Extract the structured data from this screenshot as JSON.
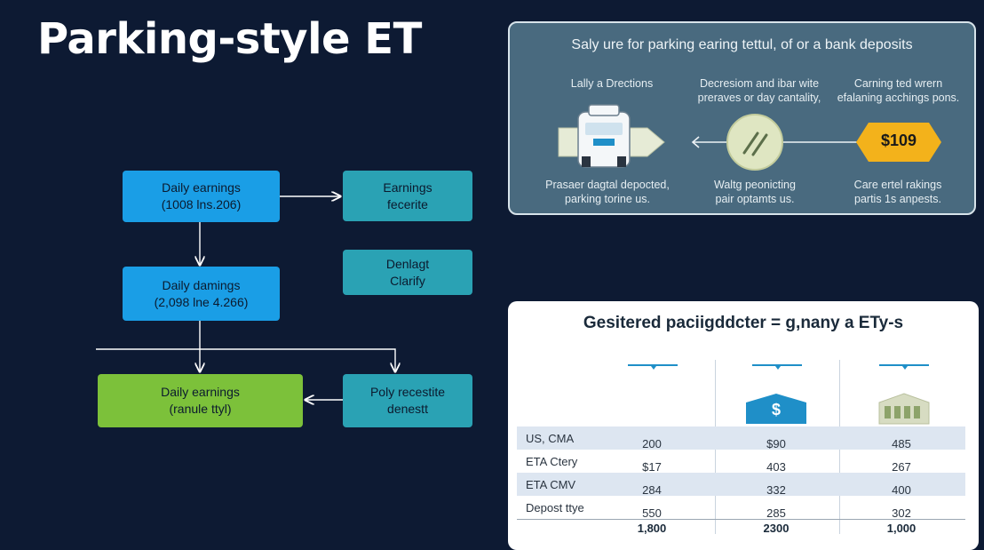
{
  "title": "Parking-style ET",
  "flow": {
    "box1": {
      "line1": "Daily earnings",
      "line2": "(1008 lns.206)"
    },
    "box2": {
      "line1": "Earnings",
      "line2": "fecerite"
    },
    "box3": {
      "line1": "Daily damings",
      "line2": "(2,098 lne 4.266)"
    },
    "box4": {
      "line1": "Denlagt",
      "line2": "Clarify"
    },
    "box5": {
      "line1": "Daily earnings",
      "line2": "(ranule ttyl)"
    },
    "box6": {
      "line1": "Poly recestite",
      "line2": "denestt"
    }
  },
  "top_panel": {
    "title": "Saly ure for parking earing tettul, of or a bank deposits",
    "col1": {
      "top": "Lally a Drections",
      "bottom1": "Prasaer dagtal depocted,",
      "bottom2": "parking torine us."
    },
    "col2": {
      "top1": "Decresiom and ibar wite",
      "top2": "preraves or day cantality,",
      "bottom1": "Waltg peonicting",
      "bottom2": "pair optamts us."
    },
    "col3": {
      "top1": "Carning ted wrern",
      "top2": "efalaning acchings pons.",
      "badge": "$109",
      "bottom1": "Care ertel rakings",
      "bottom2": "partis 1s anpests."
    },
    "colors": {
      "badge": "#f3b21b",
      "panel": "#496a7f"
    }
  },
  "bottom_panel": {
    "title": "Gesitered paciigddcter = g,nany a ETy-s",
    "dollar_icon": "$",
    "rows": [
      {
        "label": "US, CMA",
        "a": "200",
        "b": "$90",
        "c": "485"
      },
      {
        "label": "ETA Ctery",
        "a": "$17",
        "b": "403",
        "c": "267"
      },
      {
        "label": "ETA CMV",
        "a": "284",
        "b": "332",
        "c": "400"
      },
      {
        "label": "Depost ttye",
        "a": "550",
        "b": "285",
        "c": "302"
      }
    ],
    "totals": {
      "a": "1,800",
      "b": "2300",
      "c": "1,000"
    }
  }
}
